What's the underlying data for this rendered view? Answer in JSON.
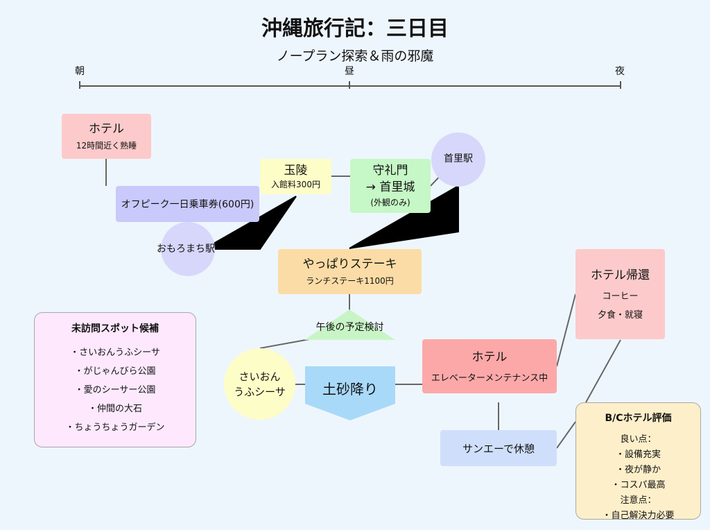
{
  "title": "沖縄旅行記：三日目",
  "subtitle": "ノープラン探索＆雨の邪魔",
  "timeline": {
    "morning": "朝",
    "noon": "昼",
    "night": "夜"
  },
  "nodes": {
    "hotel_start": {
      "title": "ホテル",
      "sub": "12時間近く熟睡"
    },
    "pass": {
      "title": "オフピーク一日乗車券(600円)"
    },
    "omoromachi": {
      "title": "おもろまち駅"
    },
    "tamaudun": {
      "title": "玉陵",
      "sub": "入館料300円"
    },
    "shureimon": {
      "line1": "守礼門",
      "line2": "→ 首里城",
      "sub": "(外観のみ)"
    },
    "shuri_station": {
      "title": "首里駅"
    },
    "steak": {
      "title": "やっぱりステーキ",
      "sub": "ランチステーキ1100円"
    },
    "decision": {
      "title": "午後の予定検討"
    },
    "saion": {
      "line1": "さいおん",
      "line2": "うふシーサ"
    },
    "rain": {
      "title": "土砂降り"
    },
    "hotel_mid": {
      "title": "ホテル",
      "sub": "エレベーターメンテナンス中"
    },
    "hotel_return": {
      "title": "ホテル帰還",
      "items": [
        "コーヒー",
        "夕食・就寝"
      ]
    },
    "san_a": {
      "title": "サンエーで休憩"
    }
  },
  "unvisited": {
    "title": "未訪問スポット候補",
    "items": [
      "・さいおんうふシーサ",
      "・がじゃんびら公園",
      "・愛のシーサー公園",
      "・仲間の大石",
      "・ちょうちょうガーデン"
    ]
  },
  "review": {
    "title": "B/Cホテル評価",
    "good_label": "良い点：",
    "good": [
      "・設備充実",
      "・夜が静か",
      "・コスパ最高"
    ],
    "bad_label": "注意点：",
    "bad": [
      "・自己解決力必要"
    ]
  },
  "colors": {
    "background": "#eef6fd",
    "hotel_pink": "#fccaca",
    "pass_purple": "#c9c9fb",
    "station_circle": "#d7d7fb",
    "yellow": "#fdfdc8",
    "green": "#c6f7c6",
    "orange": "#fcdca6",
    "decision_green": "#c9f5c6",
    "saion_yellow": "#fdfdc8",
    "rain_blue": "#a9d9f9",
    "hotel_red": "#fca8a8",
    "unvisited_bg": "#fde8fd",
    "san_a_blue": "#cfdffb",
    "review_bg": "#fdefc9"
  }
}
